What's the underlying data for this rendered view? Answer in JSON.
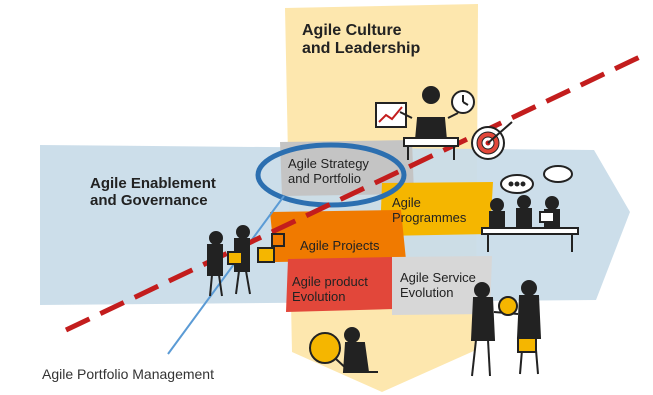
{
  "diagram": {
    "culture": "Agile Culture\nand Leadership",
    "enablement": "Agile Enablement\nand Governance",
    "strategy": "Agile Strategy\nand Portfolio",
    "programmes": "Agile\nProgrammes",
    "projects": "Agile Projects",
    "product": "Agile product\nEvolution",
    "service": "Agile Service\nEvolution",
    "callout": "Agile Portfolio Management"
  },
  "colors": {
    "vertical_band": "#fde7ae",
    "horizontal_arrow": "#c9dce9",
    "strategy_box": "#c4c4c4",
    "programmes_box": "#f5b600",
    "projects_box": "#f07a00",
    "product_box": "#e2473a",
    "service_box": "#d7d7d7",
    "highlight_ring": "#2c6fb0",
    "dashed_line": "#c31d1d"
  }
}
